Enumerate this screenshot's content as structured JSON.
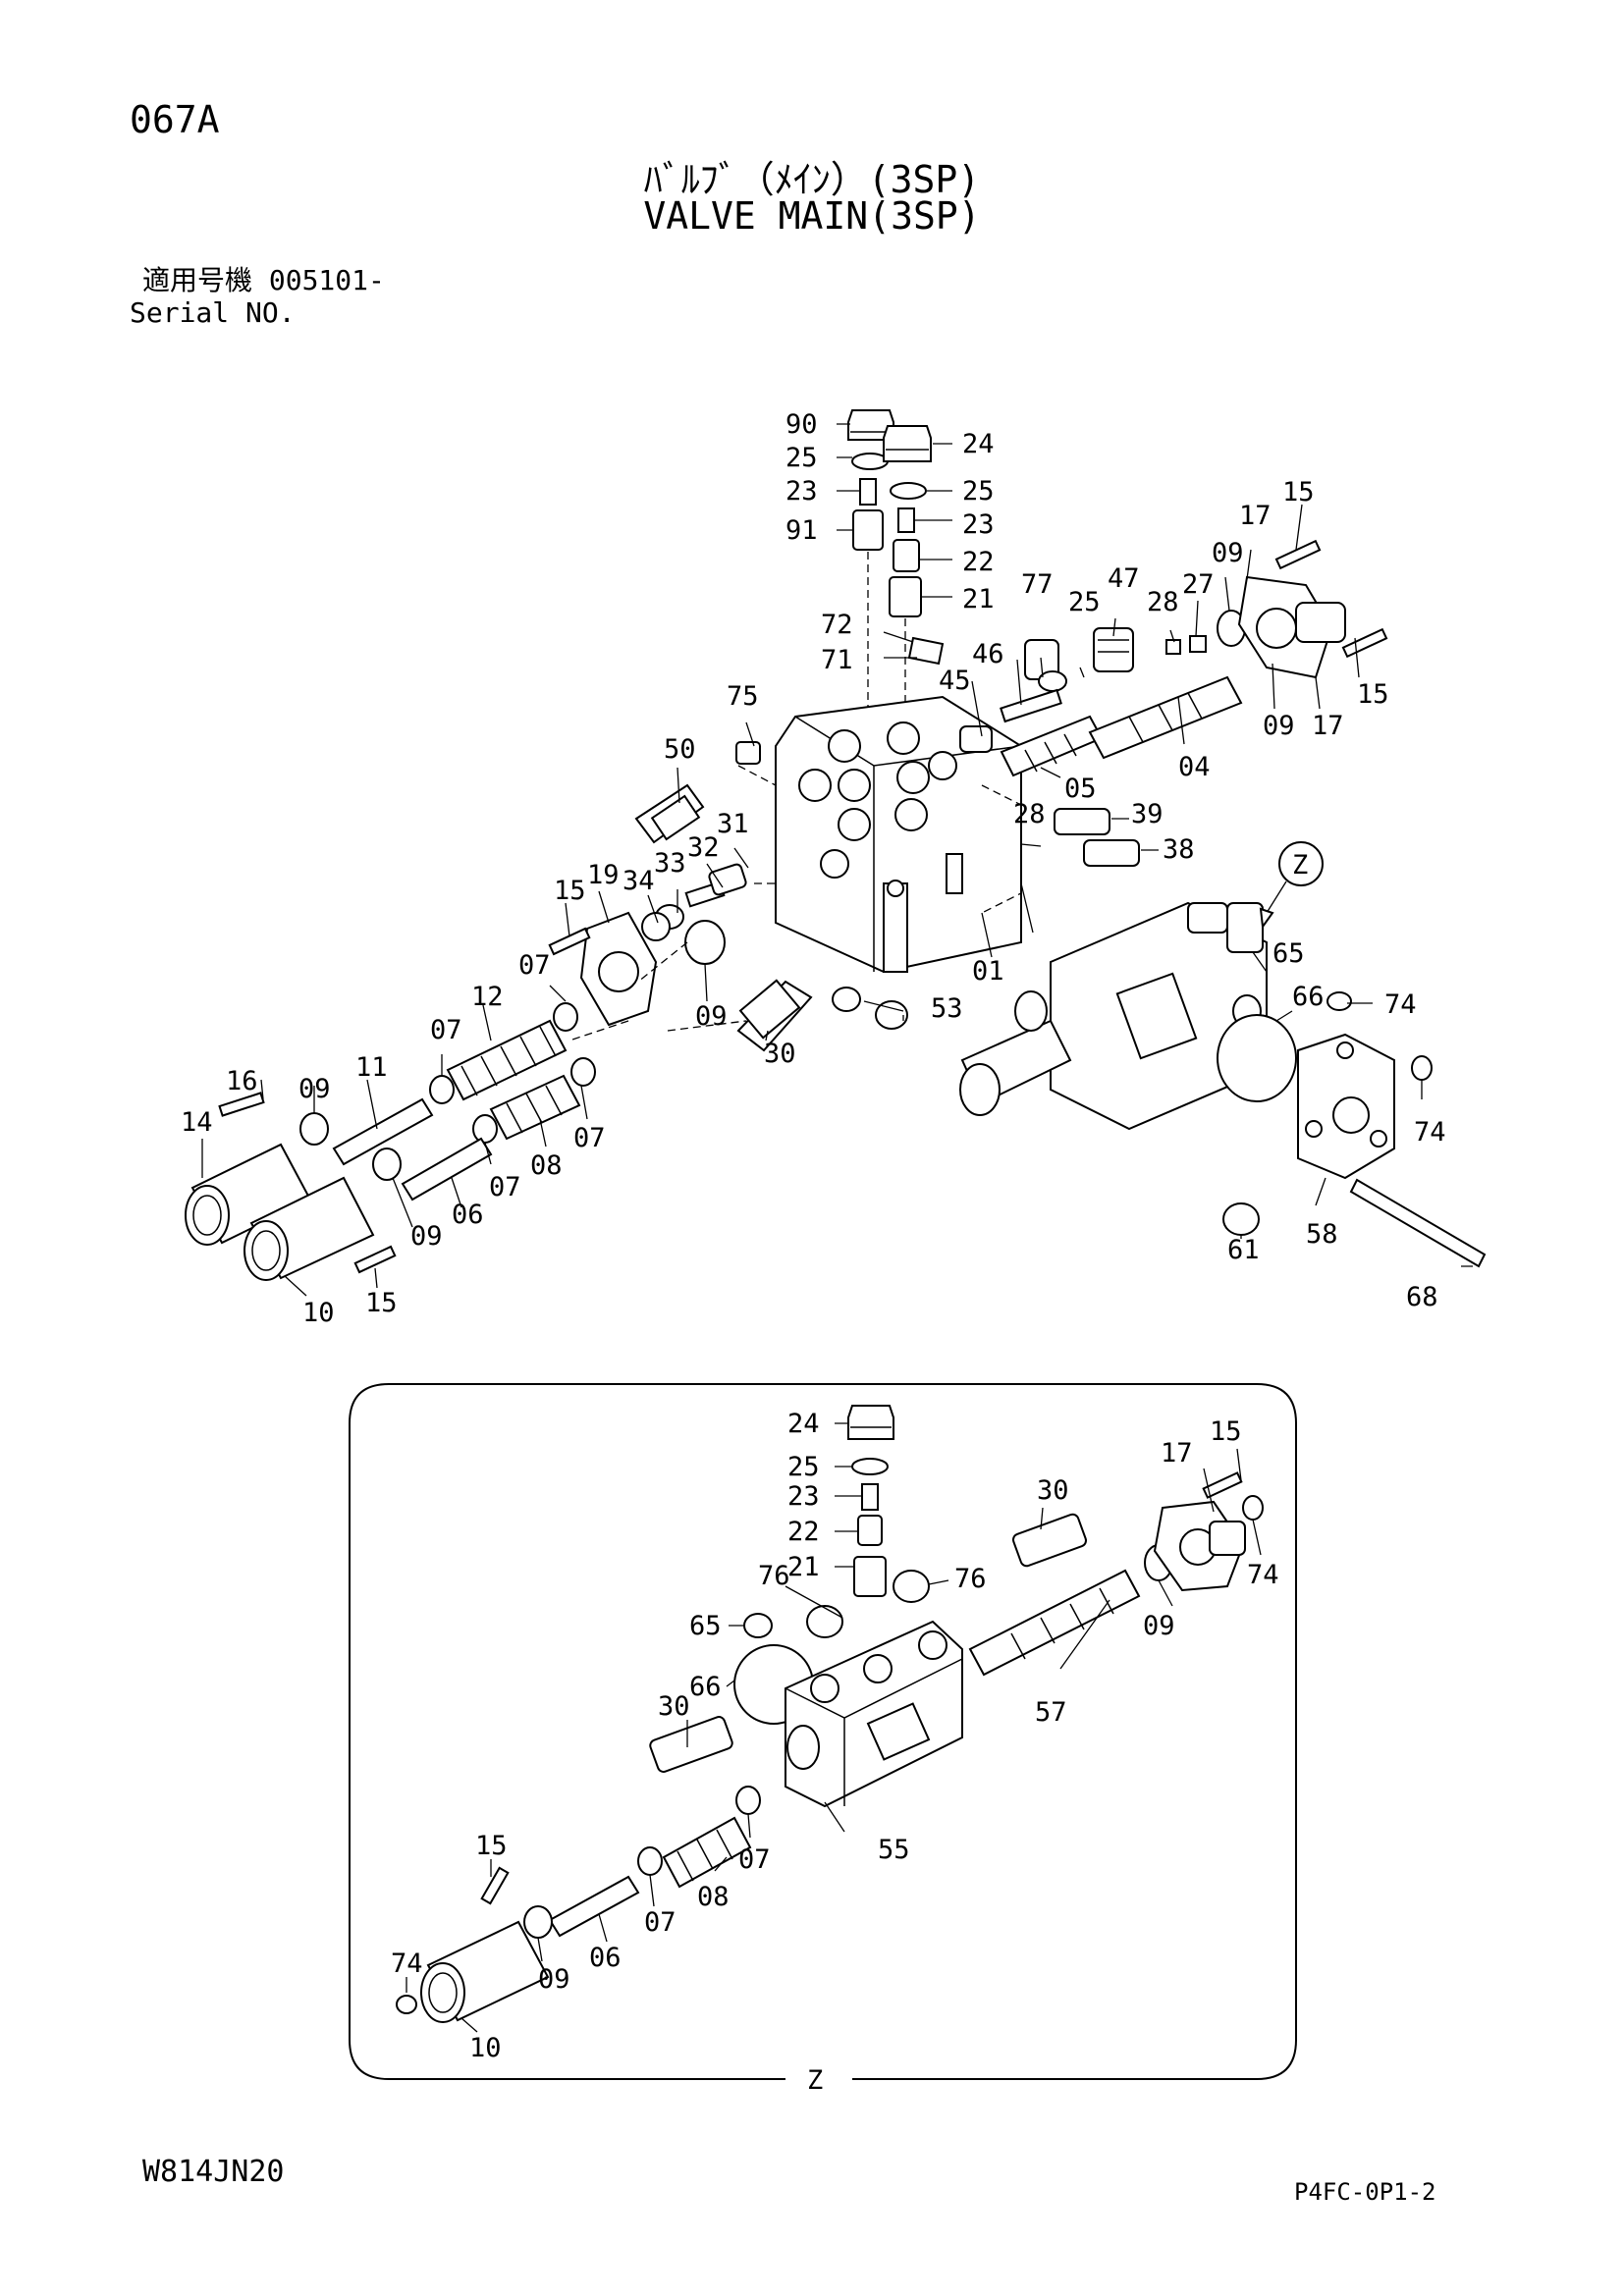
{
  "header": {
    "page_code": "067A",
    "title_jp": "ﾊﾞﾙﾌﾞ（ﾒｲﾝ）(3SP)",
    "title_en": "VALVE MAIN(3SP)",
    "serial_jp": "適用号機 005101-",
    "serial_en": "Serial NO."
  },
  "footer": {
    "left_code": "W814JN20",
    "right_code": "P4FC-0P1-2"
  },
  "diagram": {
    "view_label": "Z",
    "callouts": [
      "90",
      "25",
      "24",
      "23",
      "25",
      "91",
      "23",
      "22",
      "21",
      "72",
      "71",
      "46",
      "45",
      "77",
      "25",
      "47",
      "28",
      "27",
      "09",
      "17",
      "15",
      "09",
      "17",
      "15",
      "05",
      "04",
      "75",
      "50",
      "31",
      "32",
      "33",
      "34",
      "28",
      "39",
      "38",
      "19",
      "15",
      "07",
      "01",
      "09",
      "53",
      "30",
      "12",
      "07",
      "11",
      "16",
      "09",
      "14",
      "08",
      "07",
      "07",
      "06",
      "09",
      "10",
      "15",
      "65",
      "66",
      "74",
      "74",
      "61",
      "58",
      "68",
      "24",
      "25",
      "23",
      "22",
      "21",
      "76",
      "76",
      "30",
      "17",
      "15",
      "74",
      "09",
      "65",
      "66",
      "57",
      "30",
      "55",
      "07",
      "08",
      "07",
      "15",
      "06",
      "74",
      "09",
      "10"
    ]
  }
}
